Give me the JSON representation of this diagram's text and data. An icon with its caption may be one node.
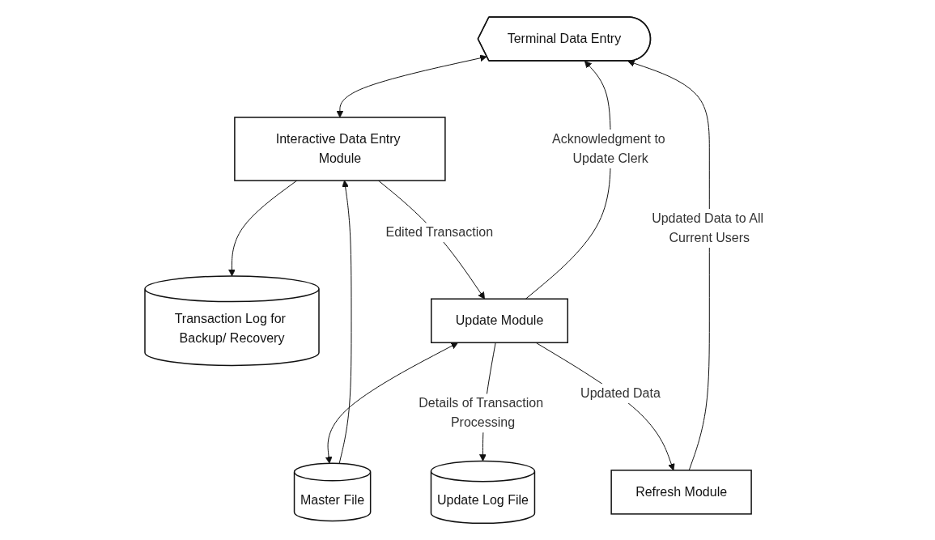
{
  "diagram": {
    "nodes": [
      {
        "text": [
          "Terminal Data Entry"
        ]
      },
      {
        "text": [
          "Interactive Data Entry Module"
        ]
      },
      {
        "text": [
          "Transaction Log for Backup/ Recovery"
        ]
      },
      {
        "text": [
          "Master File"
        ]
      },
      {
        "text": [
          "Update Module"
        ]
      },
      {
        "text": [
          "Update Log File"
        ]
      },
      {
        "text": [
          "Refresh Module"
        ]
      }
    ],
    "edges": [
      {
        "from": 0,
        "to": 1,
        "arrow": "both"
      },
      {
        "from": 1,
        "to": 2,
        "arrow": "to"
      },
      {
        "from": 3,
        "to": 1,
        "arrow": "to"
      },
      {
        "from": 1,
        "to": 4,
        "label": "Edited Transaction",
        "arrow": "to"
      },
      {
        "from": 4,
        "to": 0,
        "label": "Acknowledgment to Update Clerk",
        "arrow": "to"
      },
      {
        "from": 4,
        "to": 3,
        "arrow": "both"
      },
      {
        "from": 4,
        "to": 5,
        "label": "Details of Transaction Processing",
        "arrow": "to"
      },
      {
        "from": 4,
        "to": 6,
        "label": "Updated Data",
        "arrow": "to"
      },
      {
        "from": 6,
        "to": 0,
        "label": "Updated Data to All Current Users",
        "arrow": "to"
      }
    ]
  }
}
